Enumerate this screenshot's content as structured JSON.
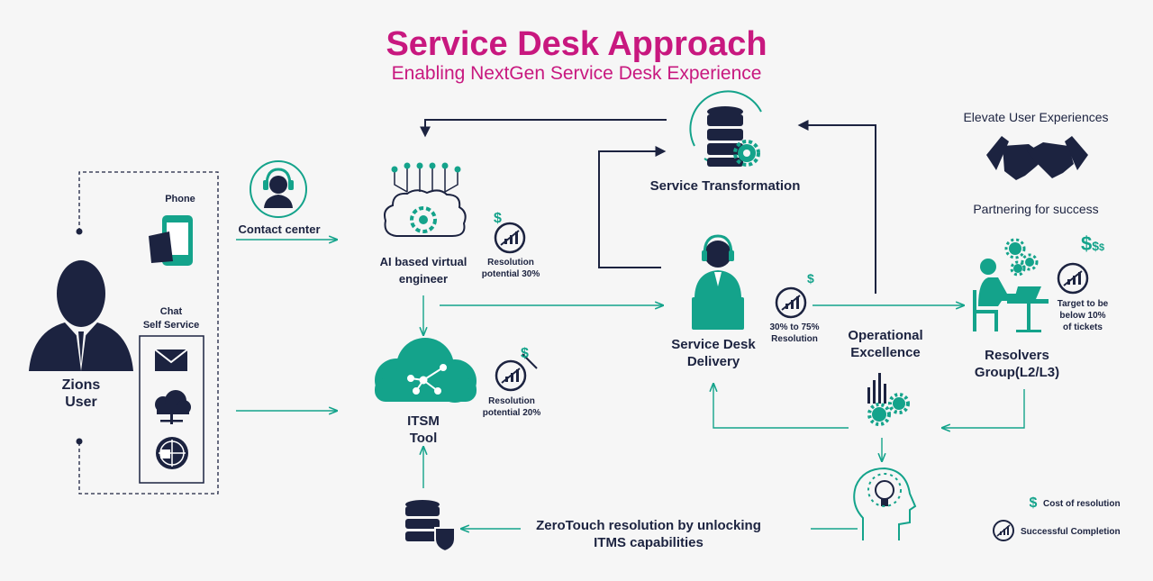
{
  "title": "Service Desk Approach",
  "subtitle": "Enabling NextGen Service Desk Experience",
  "user": {
    "line1": "Zions",
    "line2": "User"
  },
  "channels": {
    "phone": "Phone",
    "chat_line1": "Chat",
    "chat_line2": "Self Service"
  },
  "contact_center": "Contact center",
  "ai_engineer": {
    "line1": "AI based virtual",
    "line2": "engineer",
    "potential_line1": "Resolution",
    "potential_line2": "potential 30%"
  },
  "itsm_tool": {
    "line1": "ITSM",
    "line2": "Tool",
    "potential_line1": "Resolution",
    "potential_line2": "potential 20%"
  },
  "service_transformation": "Service Transformation",
  "service_desk_delivery": {
    "line1": "Service Desk",
    "line2": "Delivery",
    "metric_line1": "30% to 75%",
    "metric_line2": "Resolution"
  },
  "operational_excellence": {
    "line1": "Operational",
    "line2": "Excellence"
  },
  "resolvers_group": {
    "line1": "Resolvers",
    "line2": "Group(L2/L3)",
    "target_line1": "Target to be",
    "target_line2": "below 10%",
    "target_line3": "of tickets"
  },
  "elevate": "Elevate User Experiences",
  "partnering": "Partnering for success",
  "zerotouch": {
    "line1": "ZeroTouch resolution by unlocking",
    "line2": "ITMS capabilities"
  },
  "legend": {
    "cost": "Cost of resolution",
    "completion": "Successful Completion"
  },
  "colors": {
    "navy": "#1c2340",
    "teal": "#14a38b",
    "magenta": "#c8187f",
    "background": "#f6f6f6"
  }
}
